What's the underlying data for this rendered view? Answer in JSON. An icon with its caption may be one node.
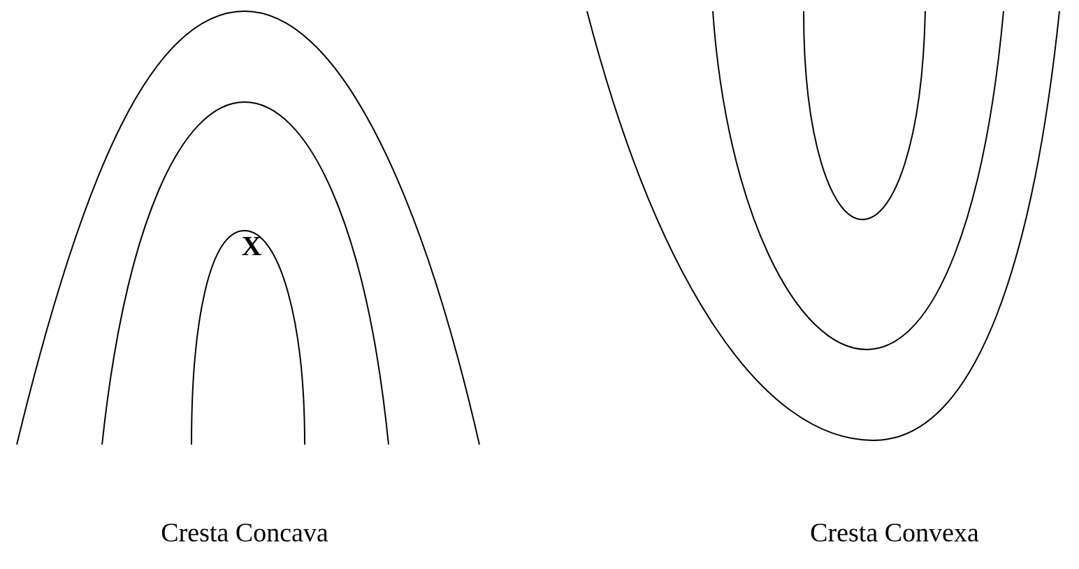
{
  "diagram": {
    "labels": [
      "X",
      "Cresta Concava",
      "Cresta Convexa"
    ]
  }
}
